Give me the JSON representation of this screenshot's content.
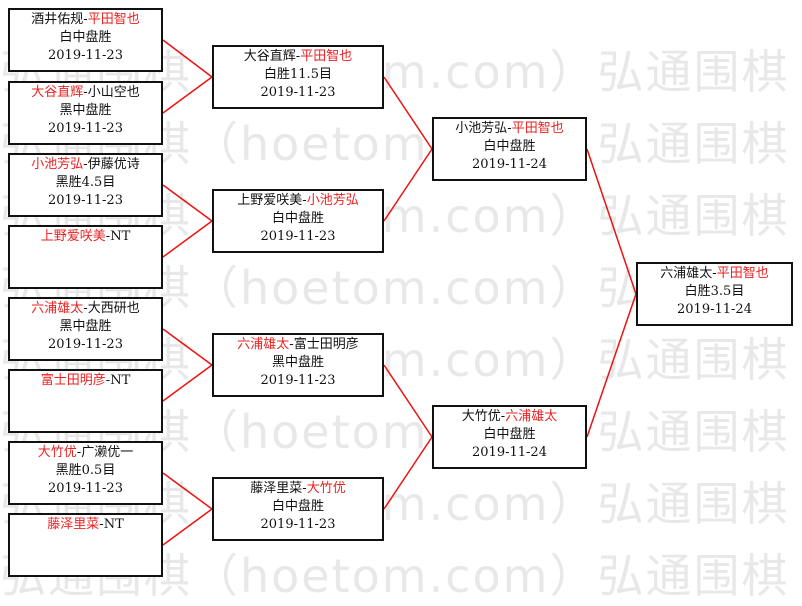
{
  "watermark": "弘通围棋（hoetom.com）弘通围棋",
  "colors": {
    "winner": "#ee2222",
    "line": "#ee1111",
    "border": "#111111"
  },
  "rounds": [
    [
      {
        "p1": "酒井佑规",
        "p2": "平田智也",
        "winner": 2,
        "result": "白中盘胜",
        "date": "2019-11-23"
      },
      {
        "p1": "大谷直辉",
        "p2": "小山空也",
        "winner": 1,
        "result": "黑中盘胜",
        "date": "2019-11-23"
      },
      {
        "p1": "小池芳弘",
        "p2": "伊藤优诗",
        "winner": 1,
        "result": "黑胜4.5目",
        "date": "2019-11-23"
      },
      {
        "p1": "上野爱咲美",
        "p2": "",
        "winner": 1,
        "result": "",
        "date": "",
        "nt": "NT"
      },
      {
        "p1": "六浦雄太",
        "p2": "大西研也",
        "winner": 1,
        "result": "黑中盘胜",
        "date": "2019-11-23"
      },
      {
        "p1": "富士田明彦",
        "p2": "",
        "winner": 1,
        "result": "",
        "date": "",
        "nt": "NT"
      },
      {
        "p1": "大竹优",
        "p2": "广濑优一",
        "winner": 1,
        "result": "黑胜0.5目",
        "date": "2019-11-23"
      },
      {
        "p1": "藤泽里菜",
        "p2": "",
        "winner": 1,
        "result": "",
        "date": "",
        "nt": "NT"
      }
    ],
    [
      {
        "p1": "大谷直辉",
        "p2": "平田智也",
        "winner": 2,
        "result": "白胜11.5目",
        "date": "2019-11-23"
      },
      {
        "p1": "上野爱咲美",
        "p2": "小池芳弘",
        "winner": 2,
        "result": "白中盘胜",
        "date": "2019-11-23"
      },
      {
        "p1": "六浦雄太",
        "p2": "富士田明彦",
        "winner": 1,
        "result": "黑中盘胜",
        "date": "2019-11-23"
      },
      {
        "p1": "藤泽里菜",
        "p2": "大竹优",
        "winner": 2,
        "result": "白中盘胜",
        "date": "2019-11-23"
      }
    ],
    [
      {
        "p1": "小池芳弘",
        "p2": "平田智也",
        "winner": 2,
        "result": "白中盘胜",
        "date": "2019-11-24"
      },
      {
        "p1": "大竹优",
        "p2": "六浦雄太",
        "winner": 2,
        "result": "白中盘胜",
        "date": "2019-11-24"
      }
    ],
    [
      {
        "p1": "六浦雄太",
        "p2": "平田智也",
        "winner": 2,
        "result": "白胜3.5目",
        "date": "2019-11-24"
      }
    ]
  ]
}
